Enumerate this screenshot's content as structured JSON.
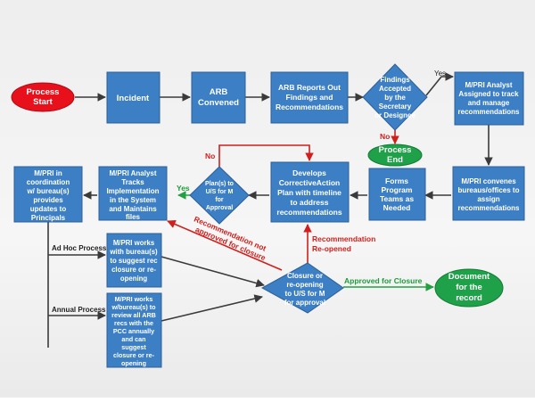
{
  "nodes": {
    "process_start": [
      "Process",
      "Start"
    ],
    "incident": [
      "Incident"
    ],
    "arb_convened": [
      "ARB",
      "Convened"
    ],
    "arb_reports": [
      "ARB Reports Out",
      "Findings and",
      "Recommendations"
    ],
    "findings_accepted": [
      "Findings",
      "Accepted",
      "by the",
      "Secretary",
      "or Designee"
    ],
    "mpri_assigned": [
      "M/PRI Analyst",
      "Assigned to track",
      "and manage",
      "recommendations"
    ],
    "process_end": [
      "Process",
      "End"
    ],
    "mpri_convenes": [
      "M/PRI convenes",
      "bureaus/offices to",
      "assign",
      "recommendations"
    ],
    "forms_teams": [
      "Forms",
      "Program",
      "Teams as",
      "Needed"
    ],
    "develops_plan": [
      "Develops",
      "CorrectiveAction",
      "Plan with timeline",
      "to address",
      "recommendations"
    ],
    "plan_approval": [
      "Plan(s) to",
      "U/S for M",
      "for",
      "Approval"
    ],
    "mpri_tracks": [
      "M/PRI Analyst",
      "Tracks",
      "Implementation",
      "in the System",
      "and Maintains",
      "files"
    ],
    "mpri_coordination": [
      "M/PRI in",
      "coordination",
      "w/ bureau(s)",
      "provides",
      "updates to",
      "Principals"
    ],
    "mpri_works": [
      "M/PRI works",
      "with bureau(s)",
      "to suggest  rec",
      "closure or re-",
      "opening"
    ],
    "mpri_annual": [
      "M/PRI works",
      "w/bureau(s) to",
      "review all ARB",
      "recs with the",
      "PCC annually",
      "and can",
      "suggest",
      "closure or re-",
      "opening"
    ],
    "closure_decision": [
      "Closure or",
      "re-opening",
      "to U/S for M",
      "for approval"
    ],
    "document_record": [
      "Document",
      "for the",
      "record"
    ]
  },
  "labels": {
    "yes_top": "Yes",
    "no_end": "No",
    "no_plan": "No",
    "yes_plan": "Yes",
    "ad_hoc": "Ad Hoc Process",
    "annual": "Annual Process",
    "rec_not_approved": [
      "Recommendation not",
      "approved for closure"
    ],
    "rec_reopened": [
      "Recommendation",
      "Re-opened"
    ],
    "approved_closure": "Approved for Closure"
  }
}
